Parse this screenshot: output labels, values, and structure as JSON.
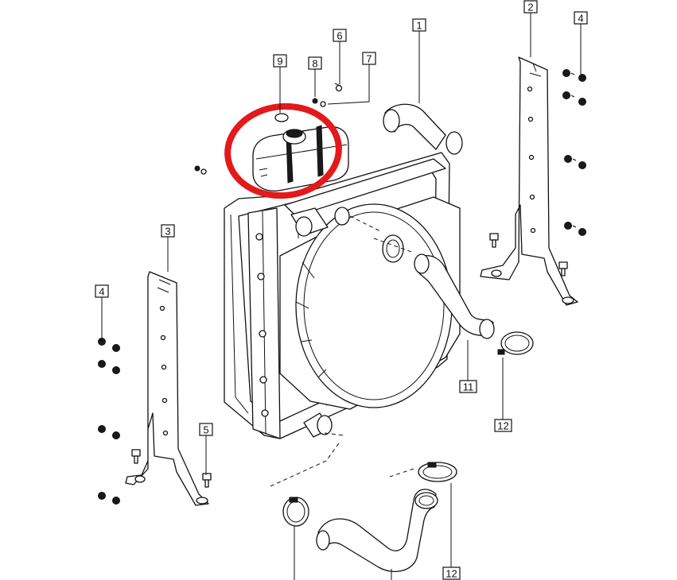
{
  "callouts": {
    "c1": "1",
    "c2": "2",
    "c3": "3",
    "c4a": "4",
    "c4b": "4",
    "c5": "5",
    "c6": "6",
    "c7": "7",
    "c8": "8",
    "c9": "9",
    "c11": "11",
    "c12a": "12",
    "c12b": "12"
  },
  "highlight": {
    "target": "expansion-tank",
    "color": "#e3191b"
  }
}
